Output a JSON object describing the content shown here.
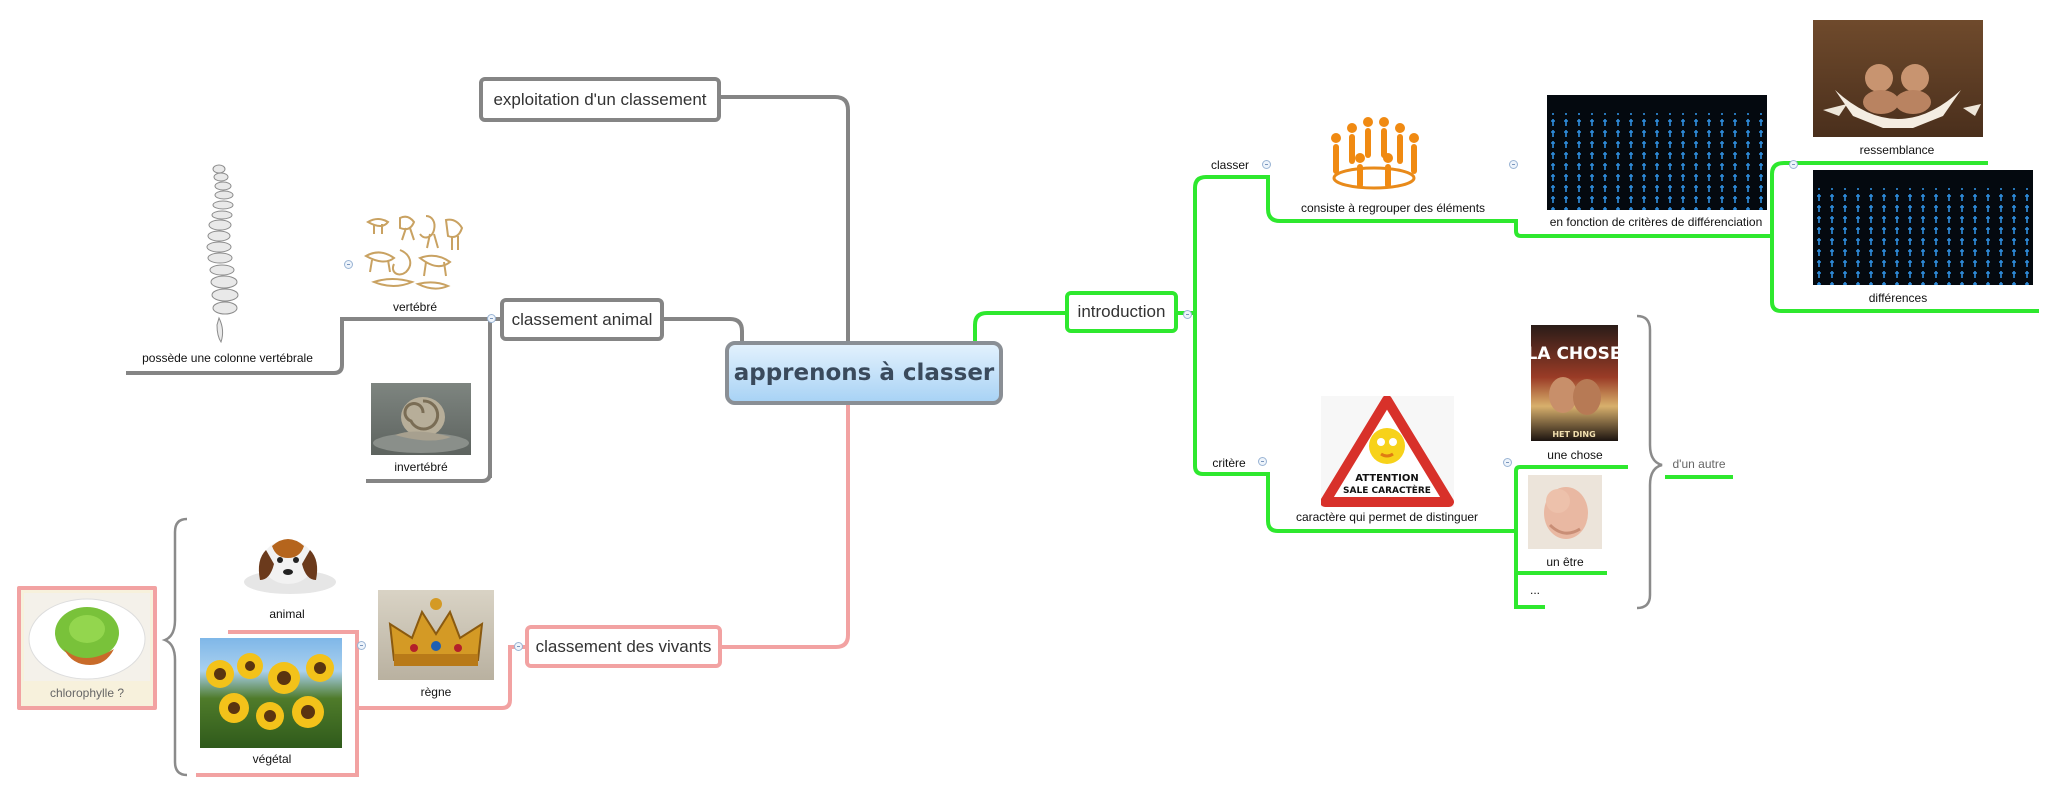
{
  "root": "apprenons à classer",
  "topics": {
    "exploitation": "exploitation d'un classement",
    "animal": "classement animal",
    "vivants": "classement des vivants",
    "introduction": "introduction"
  },
  "animal_branch": {
    "vertebre": "vertébré",
    "colonne": "possède une colonne vertébrale",
    "invertebre": "invertébré"
  },
  "vivants_branch": {
    "animal": "animal",
    "vegetal": "végétal",
    "regne": "règne",
    "chlorophylle": "chlorophylle ?"
  },
  "intro_branch": {
    "classer": "classer",
    "consiste": "consiste à regrouper des éléments",
    "criteres": "en fonction de critères de différenciation",
    "ressemblance": "ressemblance",
    "differences": "différences",
    "critere": "critère",
    "caractere": "caractère qui permet de distinguer",
    "une_chose": "une chose",
    "un_etre": "un être",
    "etc": "...",
    "dun_autre": "d'un autre"
  },
  "images": {
    "poster_title": "LA CHOSE",
    "poster_footer": "HET DING",
    "sign_text_1": "ATTENTION",
    "sign_text_2": "SALE CARACTÈRE"
  },
  "colors": {
    "gray_branch": "#858585",
    "green_branch": "#2ee82e",
    "pink_branch": "#f2a2a2",
    "root_border": "#8a8f95"
  }
}
